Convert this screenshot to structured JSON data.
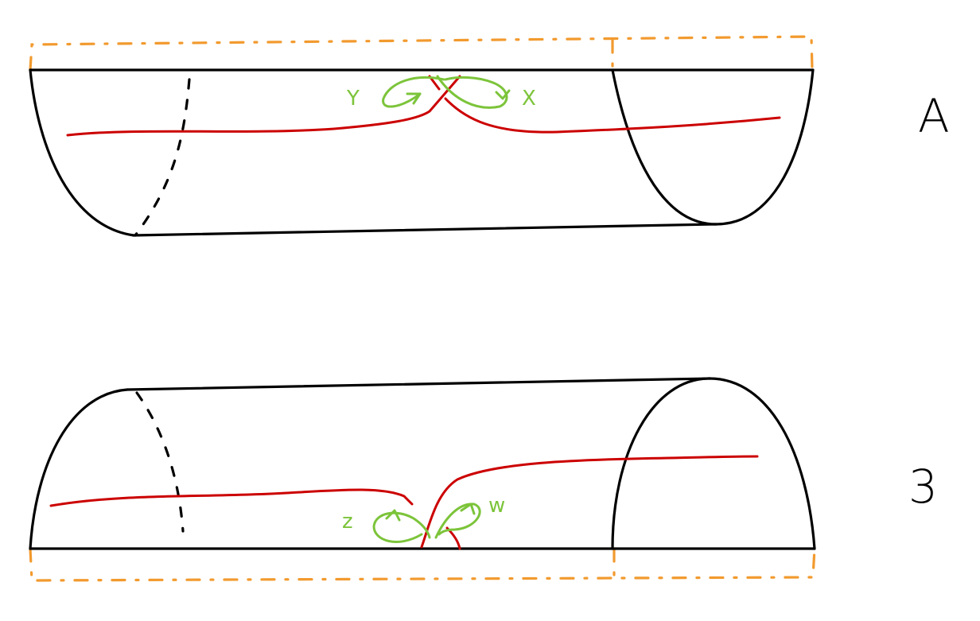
{
  "panels": [
    {
      "label": "A",
      "loops": [
        "Y",
        "X"
      ]
    },
    {
      "label": "3",
      "loops": [
        "z",
        "w"
      ]
    }
  ],
  "colors": {
    "outline": "#000000",
    "strand": "#cc0000",
    "loop": "#7cc43a",
    "boundary": "#f29a2e",
    "background": "#ffffff"
  }
}
